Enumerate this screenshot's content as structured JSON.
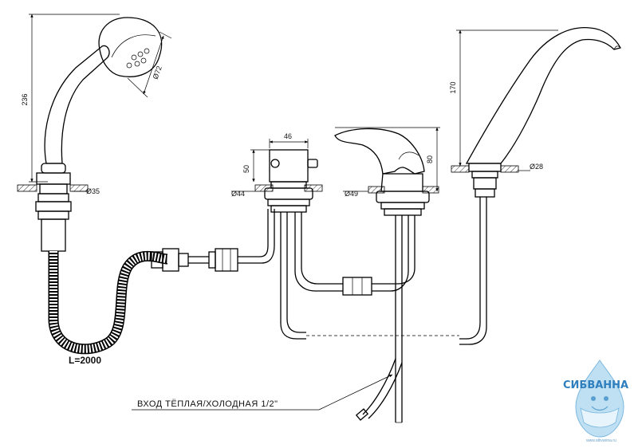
{
  "dimensions": {
    "hand_shower_height": "236",
    "hand_shower_head_diameter": "Ø72",
    "shower_holder_diameter": "Ø35",
    "hose_length": "L=2000",
    "diverter_width": "46",
    "diverter_height": "50",
    "diverter_base_diameter": "Ø44",
    "mixer_height": "80",
    "mixer_base_diameter": "Ø49",
    "spout_height": "170",
    "spout_base_diameter": "Ø28"
  },
  "caption": {
    "inlet_label": "ВХОД ТЁПЛАЯ/ХОЛОДНАЯ  1/2\""
  },
  "watermark": {
    "brand": "СИБВАННА",
    "url": "www.sibvanna.ru",
    "brand_color": "#2f7fbf"
  }
}
